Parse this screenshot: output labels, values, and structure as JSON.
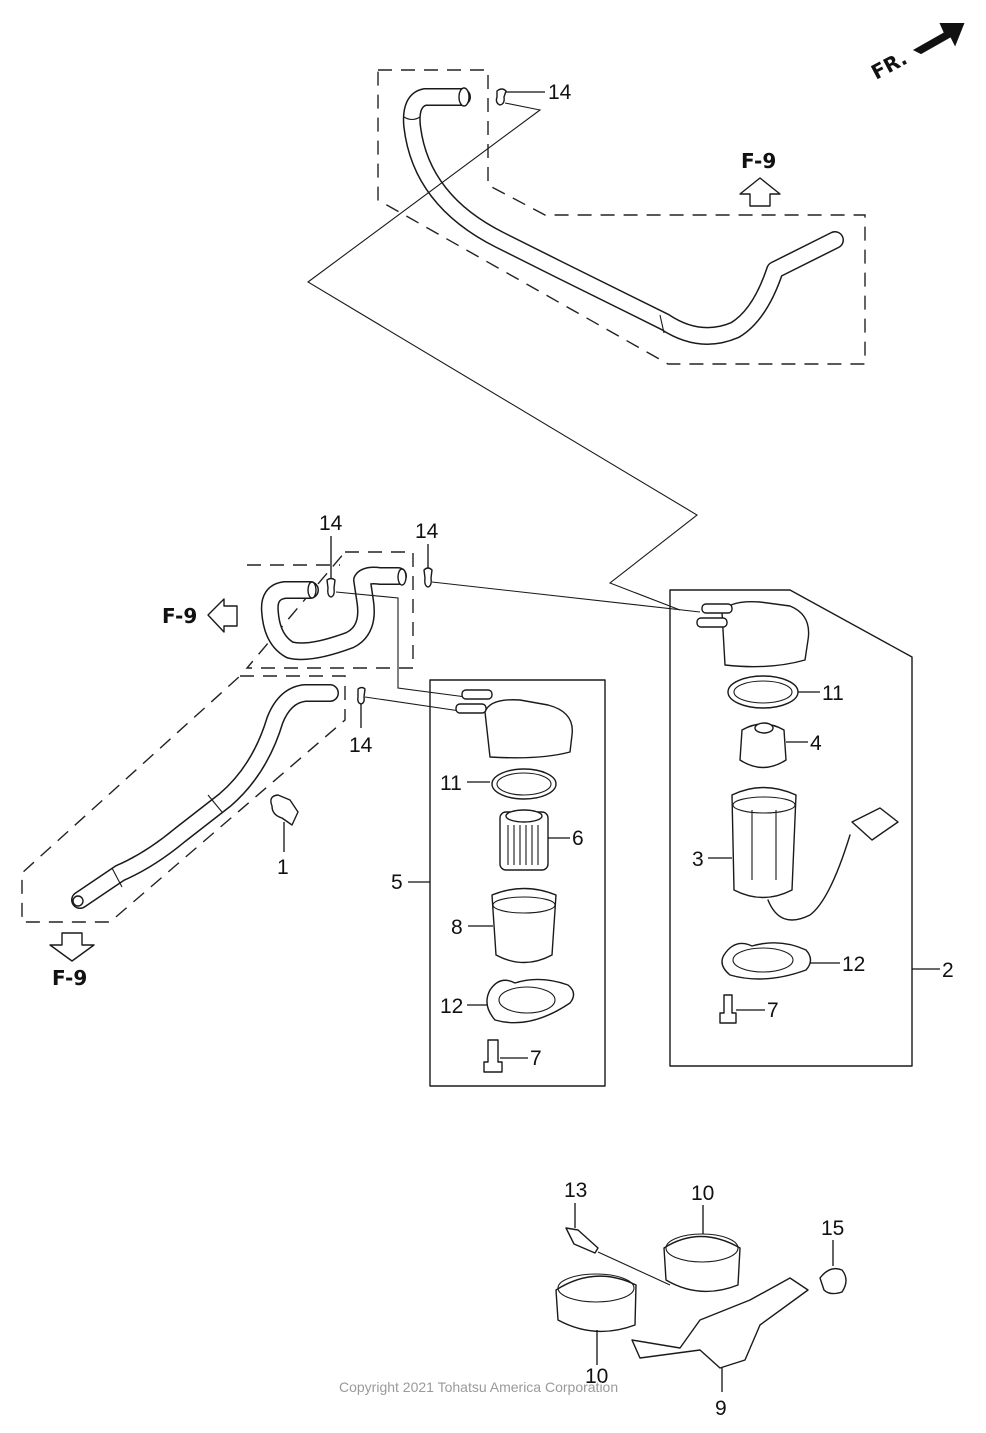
{
  "diagram": {
    "title": "Fuel Filter Assembly Parts Diagram",
    "orientation_label": "FR.",
    "cross_references": [
      {
        "id": "ref-top",
        "label": "F-9",
        "arrow_direction": "up"
      },
      {
        "id": "ref-left",
        "label": "F-9",
        "arrow_direction": "left"
      },
      {
        "id": "ref-bottom",
        "label": "F-9",
        "arrow_direction": "down"
      }
    ],
    "callouts": {
      "c14_top": "14",
      "c14_mid_a": "14",
      "c14_mid_b": "14",
      "c14_low": "14",
      "c1": "1",
      "c2": "2",
      "c3": "3",
      "c4": "4",
      "c5": "5",
      "c6": "6",
      "c7_left": "7",
      "c7_right": "7",
      "c8": "8",
      "c9": "9",
      "c10_top": "10",
      "c10_bottom": "10",
      "c11_left": "11",
      "c11_right": "11",
      "c12_left": "12",
      "c12_right": "12",
      "c13": "13",
      "c15": "15"
    },
    "copyright": "Copyright 2021 Tohatsu America Corporation"
  }
}
